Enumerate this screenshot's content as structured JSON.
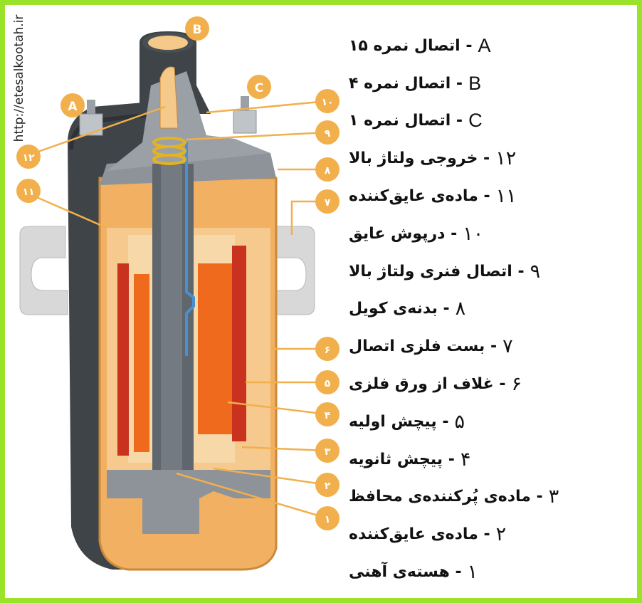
{
  "watermark": "http://etesalkootah.ir",
  "labels": {
    "A": "A",
    "B": "B",
    "C": "C",
    "n1": "۱",
    "n2": "۲",
    "n3": "۳",
    "n4": "۴",
    "n5": "۵",
    "n6": "۶",
    "n7": "۷",
    "n8": "۸",
    "n9": "۹",
    "n10": "۱۰",
    "n11": "۱۱",
    "n12": "۱۲"
  },
  "legend": [
    {
      "key": "A",
      "text": "- اتصال نمره ۱۵"
    },
    {
      "key": "B",
      "text": "- اتصال نمره ۴"
    },
    {
      "key": "C",
      "text": "- اتصال نمره ۱"
    },
    {
      "key": "۱۲",
      "text": "- خروجی ولتاژ بالا"
    },
    {
      "key": "۱۱",
      "text": "- ماده‌ی عایق‌کننده"
    },
    {
      "key": "۱۰",
      "text": "- درپوش عایق"
    },
    {
      "key": "۹",
      "text": "- اتصال فنری ولتاژ بالا"
    },
    {
      "key": "۸",
      "text": "- بدنه‌ی کویل"
    },
    {
      "key": "۷",
      "text": "- بست فلزی اتصال"
    },
    {
      "key": "۶",
      "text": "- غلاف از ورق فلزی"
    },
    {
      "key": "۵",
      "text": "- پیچش اولیه"
    },
    {
      "key": "۴",
      "text": "- پیچش ثانویه"
    },
    {
      "key": "۳",
      "text": "- ماده‌ی پُرکننده‌ی محافظ"
    },
    {
      "key": "۲",
      "text": "- ماده‌ی عایق‌کننده"
    },
    {
      "key": "۱",
      "text": "- هسته‌ی آهنی"
    }
  ]
}
